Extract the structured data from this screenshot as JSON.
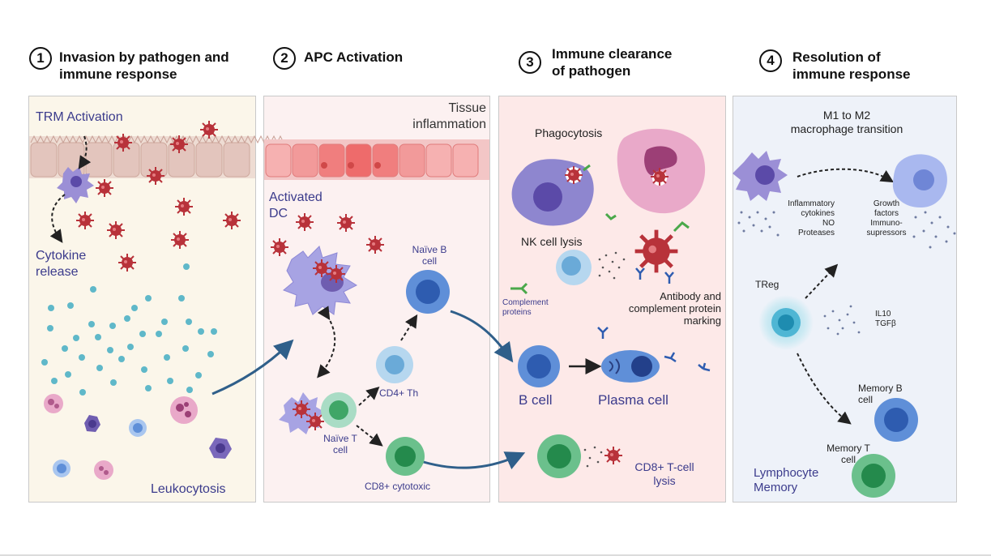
{
  "steps": [
    {
      "num": "1",
      "title_line1": "Invasion by pathogen and",
      "title_line2": "immune response"
    },
    {
      "num": "2",
      "title_line1": "APC Activation",
      "title_line2": ""
    },
    {
      "num": "3",
      "title_line1": "Immune clearance",
      "title_line2": "of pathogen"
    },
    {
      "num": "4",
      "title_line1": "Resolution of",
      "title_line2": "immune response"
    }
  ],
  "panel1": {
    "trm": "TRM Activation",
    "cytokine_line1": "Cytokine",
    "cytokine_line2": "release",
    "leukocytosis": "Leukocytosis"
  },
  "panel2": {
    "tissue_line1": "Tissue",
    "tissue_line2": "inflammation",
    "dc_line1": "Activated",
    "dc_line2": "DC",
    "naive_b_line1": "Naïve B",
    "naive_b_line2": "cell",
    "cd4": "CD4+ Th",
    "naive_t_line1": "Naïve T",
    "naive_t_line2": "cell",
    "cd8": "CD8+ cytotoxic"
  },
  "panel3": {
    "phagocytosis": "Phagocytosis",
    "nk": "NK cell lysis",
    "complement_line1": "Complement",
    "complement_line2": "proteins",
    "antibody_line1": "Antibody and",
    "antibody_line2": "complement protein",
    "antibody_line3": "marking",
    "bcell": "B cell",
    "plasma": "Plasma cell",
    "cd8lysis_line1": "CD8+ T-cell",
    "cd8lysis_line2": "lysis"
  },
  "panel4": {
    "m1m2_line1": "M1 to M2",
    "m1m2_line2": "macrophage transition",
    "inflam_line1": "Inflammatory",
    "inflam_line2": "cytokines",
    "inflam_line3": "NO",
    "inflam_line4": "Proteases",
    "growth_line1": "Growth",
    "growth_line2": "factors",
    "growth_line3": "Immuno-",
    "growth_line4": "supressors",
    "treg": "TReg",
    "il10": "IL10",
    "tgfb": "TGFβ",
    "memb_line1": "Memory B",
    "memb_line2": "cell",
    "memt_line1": "Memory T",
    "memt_line2": "cell",
    "lymph_line1": "Lymphocyte",
    "lymph_line2": "Memory"
  },
  "colors": {
    "virus": "#b8323a",
    "arrow": "#2f5f8a",
    "dc": "#a7a3e3",
    "bcell": "#3a6fd0",
    "tcell_green": "#3fa667",
    "dot": "#5fb8c9"
  }
}
